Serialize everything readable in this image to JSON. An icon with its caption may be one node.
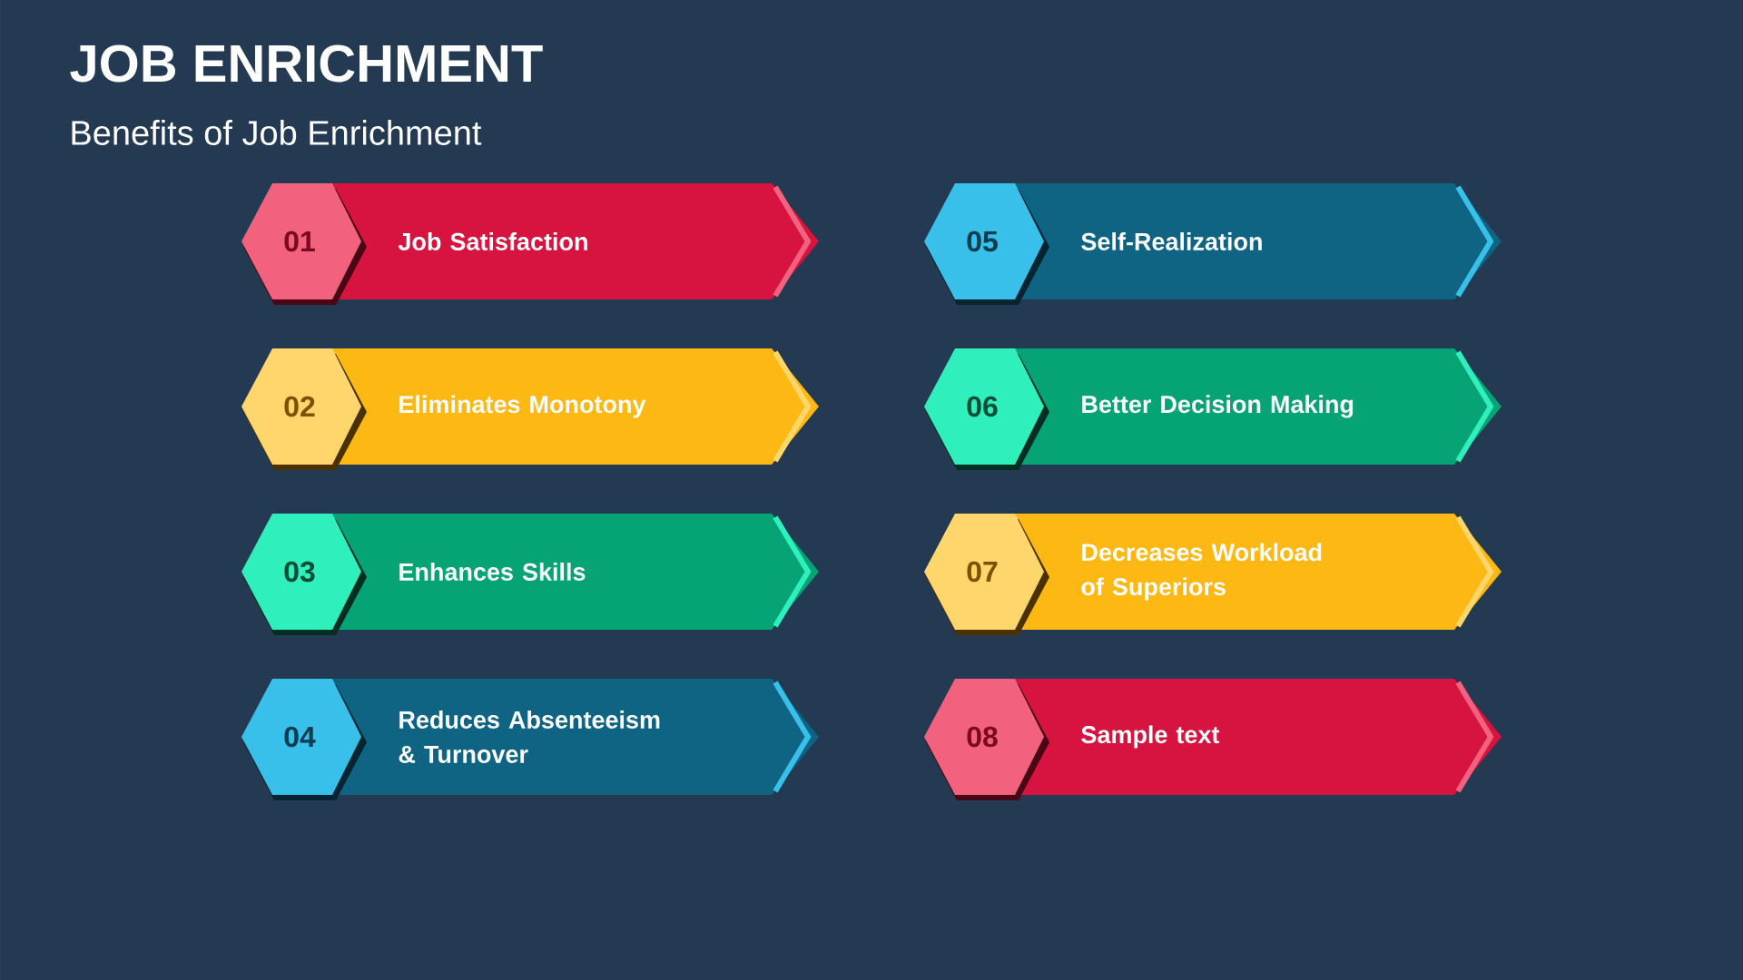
{
  "diagram": {
    "title": "JOB ENRICHMENT",
    "caption": "Benefits of Job Enrichment",
    "nodes": [
      {
        "text": [
          "01",
          "Job Satisfaction"
        ]
      },
      {
        "text": [
          "02",
          "Eliminates Monotony"
        ]
      },
      {
        "text": [
          "03",
          "Enhances Skills"
        ]
      },
      {
        "text": [
          "04",
          "Reduces Absenteeism & Turnover"
        ]
      },
      {
        "text": [
          "05",
          "Self-Realization"
        ]
      },
      {
        "text": [
          "06",
          "Better Decision Making"
        ]
      },
      {
        "text": [
          "07",
          "Decreases Workload of Superiors"
        ]
      },
      {
        "text": [
          "08",
          "Sample text"
        ]
      }
    ]
  }
}
